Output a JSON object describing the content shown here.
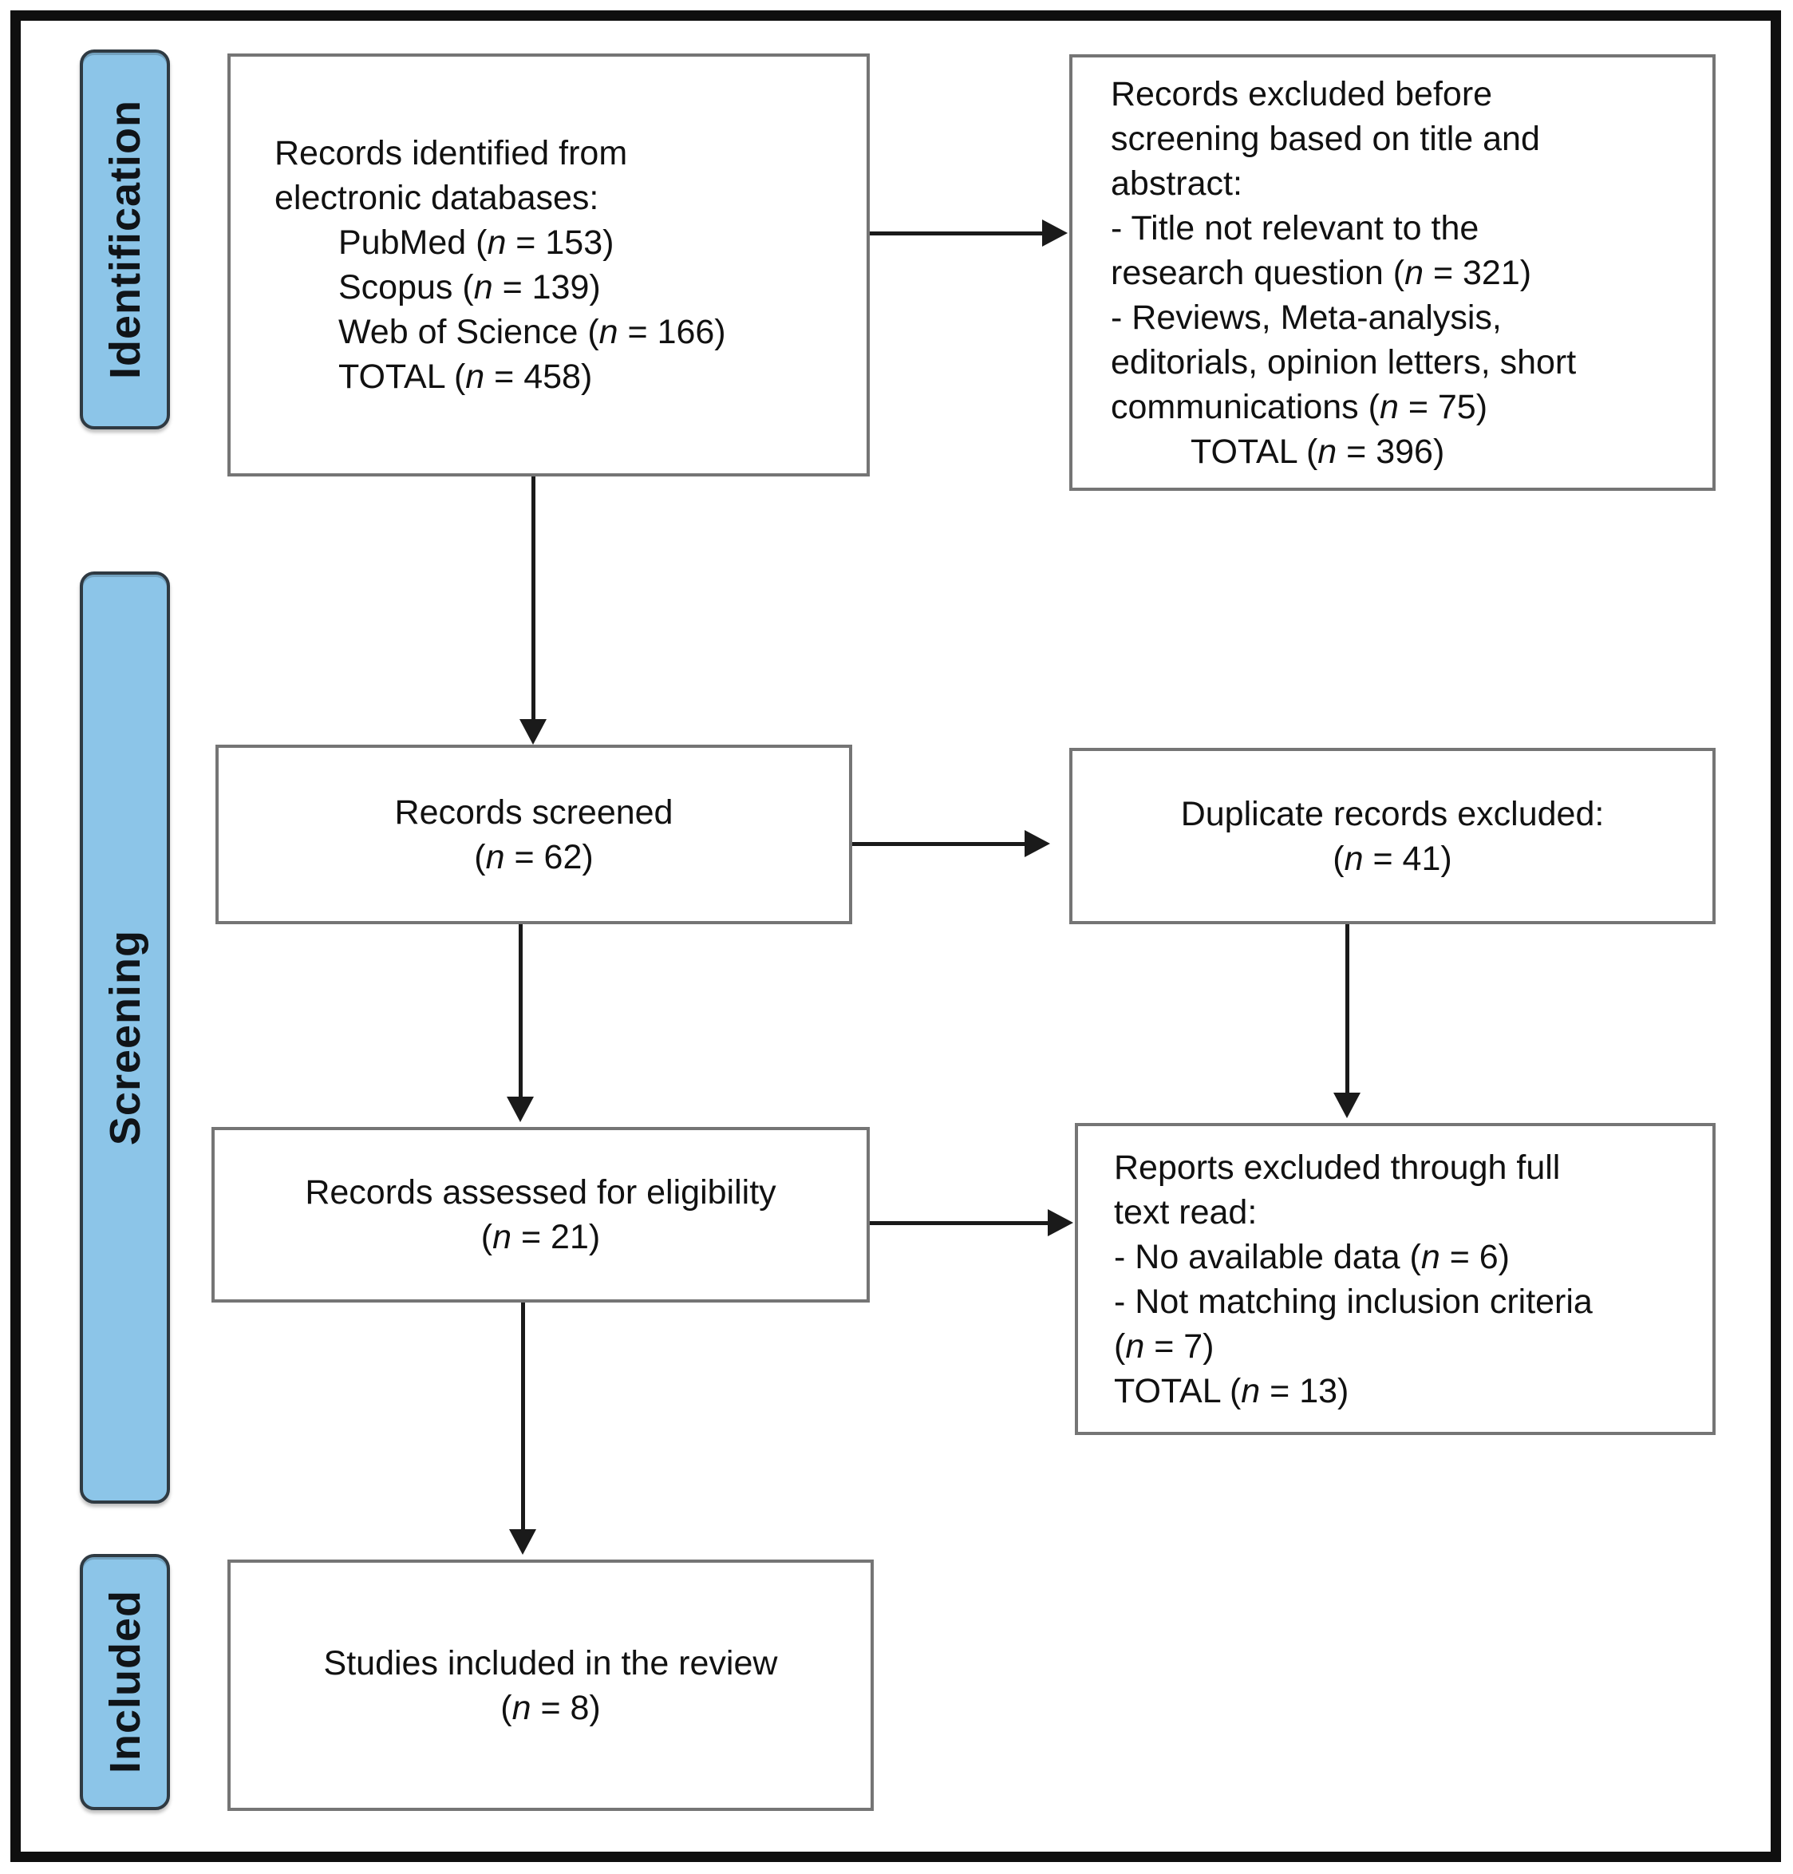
{
  "sidebar": {
    "items": [
      {
        "id": "identification",
        "label": "Identification"
      },
      {
        "id": "screening",
        "label": "Screening"
      },
      {
        "id": "included",
        "label": "Included"
      }
    ]
  },
  "boxes": [
    {
      "id": "records-identified",
      "align": "left",
      "lines": [
        {
          "seg": [
            {
              "t": "Records identified from"
            }
          ]
        },
        {
          "seg": [
            {
              "t": "electronic databases:"
            }
          ]
        },
        {
          "ind": 1,
          "seg": [
            {
              "t": "PubMed ("
            },
            {
              "t": "n",
              "i": true
            },
            {
              "t": " = 153)"
            }
          ]
        },
        {
          "ind": 1,
          "seg": [
            {
              "t": "Scopus ("
            },
            {
              "t": "n",
              "i": true
            },
            {
              "t": " = 139)"
            }
          ]
        },
        {
          "ind": 1,
          "seg": [
            {
              "t": "Web of Science ("
            },
            {
              "t": "n",
              "i": true
            },
            {
              "t": " = 166)"
            }
          ]
        },
        {
          "ind": 1,
          "seg": [
            {
              "t": "TOTAL ("
            },
            {
              "t": "n",
              "i": true
            },
            {
              "t": " = 458)"
            }
          ]
        }
      ]
    },
    {
      "id": "excluded-before-screening",
      "align": "left",
      "lines": [
        {
          "seg": [
            {
              "t": "Records excluded before"
            }
          ]
        },
        {
          "seg": [
            {
              "t": "screening based on title and"
            }
          ]
        },
        {
          "seg": [
            {
              "t": "abstract:"
            }
          ]
        },
        {
          "seg": [
            {
              "t": "- Title not relevant to the"
            }
          ]
        },
        {
          "seg": [
            {
              "t": "research question ("
            },
            {
              "t": "n",
              "i": true
            },
            {
              "t": " = 321)"
            }
          ]
        },
        {
          "seg": [
            {
              "t": "- Reviews, Meta-analysis,"
            }
          ]
        },
        {
          "seg": [
            {
              "t": "editorials, opinion letters, short"
            }
          ]
        },
        {
          "seg": [
            {
              "t": "communications ("
            },
            {
              "t": "n",
              "i": true
            },
            {
              "t": " = 75)"
            }
          ]
        },
        {
          "ind": 2,
          "seg": [
            {
              "t": "TOTAL ("
            },
            {
              "t": "n",
              "i": true
            },
            {
              "t": " = 396)"
            }
          ]
        }
      ]
    },
    {
      "id": "records-screened",
      "align": "center",
      "lines": [
        {
          "seg": [
            {
              "t": "Records screened"
            }
          ]
        },
        {
          "seg": [
            {
              "t": "("
            },
            {
              "t": "n",
              "i": true
            },
            {
              "t": " = 62)"
            }
          ]
        }
      ]
    },
    {
      "id": "duplicates-excluded",
      "align": "center",
      "lines": [
        {
          "seg": [
            {
              "t": "Duplicate records excluded:"
            }
          ]
        },
        {
          "seg": [
            {
              "t": "("
            },
            {
              "t": "n",
              "i": true
            },
            {
              "t": " = 41)"
            }
          ]
        }
      ]
    },
    {
      "id": "records-assessed",
      "align": "center",
      "lines": [
        {
          "seg": [
            {
              "t": "Records assessed for eligibility"
            }
          ]
        },
        {
          "seg": [
            {
              "t": "("
            },
            {
              "t": "n",
              "i": true
            },
            {
              "t": " = 21)"
            }
          ]
        }
      ]
    },
    {
      "id": "reports-excluded-fulltext",
      "align": "left",
      "lines": [
        {
          "seg": [
            {
              "t": "Reports excluded through full"
            }
          ]
        },
        {
          "seg": [
            {
              "t": "text read:"
            }
          ]
        },
        {
          "seg": [
            {
              "t": "- No available data ("
            },
            {
              "t": "n",
              "i": true
            },
            {
              "t": " = 6)"
            }
          ]
        },
        {
          "seg": [
            {
              "t": "- Not matching inclusion criteria"
            }
          ]
        },
        {
          "seg": [
            {
              "t": "("
            },
            {
              "t": "n",
              "i": true
            },
            {
              "t": " = 7)"
            }
          ]
        },
        {
          "seg": [
            {
              "t": "TOTAL ("
            },
            {
              "t": "n",
              "i": true
            },
            {
              "t": " = 13)"
            }
          ]
        }
      ]
    },
    {
      "id": "studies-included",
      "align": "center",
      "lines": [
        {
          "seg": [
            {
              "t": "Studies included in the review"
            }
          ]
        },
        {
          "seg": [
            {
              "t": "("
            },
            {
              "t": "n",
              "i": true
            },
            {
              "t": " = 8)"
            }
          ]
        }
      ]
    }
  ],
  "colors": {
    "tab_fill": "#8cc5e8",
    "tab_border": "#2f3a42",
    "box_border": "#757575",
    "arrow": "#1a1a1a",
    "frame": "#0f0f0f",
    "text": "#111111"
  }
}
